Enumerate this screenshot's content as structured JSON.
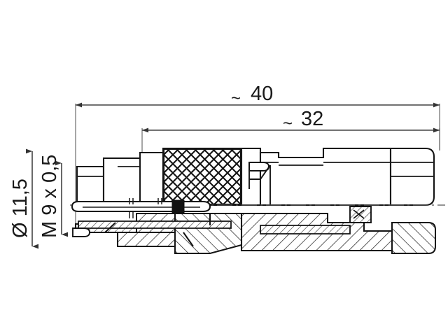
{
  "drawing": {
    "title": "M 9 connector technical drawing",
    "background_color": "#ffffff",
    "line_color": "#1a1a1a",
    "dimension_line_color": "#555555",
    "hatch_color": "#333333"
  },
  "dimensions": {
    "overall_length": {
      "label": "40",
      "approx_symbol": "~",
      "name": "overall-length-dimension",
      "orientation": "horizontal"
    },
    "body_length": {
      "label": "32",
      "approx_symbol": "~",
      "name": "body-length-dimension",
      "orientation": "horizontal"
    },
    "flange_diameter": {
      "label": "Ø 11,5",
      "name": "flange-diameter-dimension",
      "orientation": "vertical-rotated"
    },
    "thread": {
      "label": "M 9 x 0,5",
      "name": "thread-dimension",
      "orientation": "vertical-rotated"
    }
  },
  "features": {
    "knurl": "diamond-knurled-grip",
    "section_hatching": "diagonal-section-hatch",
    "centerline": "horizontal-centerline",
    "contact_pin": "center-contact-pin",
    "cable_nut": "cable-gland-nut"
  }
}
